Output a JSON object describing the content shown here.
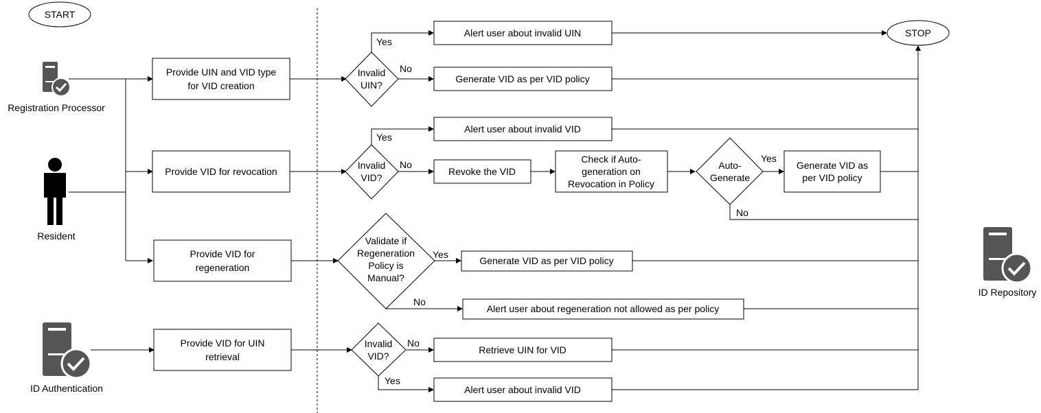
{
  "terminals": {
    "start": "START",
    "stop": "STOP"
  },
  "actors": {
    "registration_processor": "Registration Processor",
    "resident": "Resident",
    "id_authentication": "ID Authentication",
    "id_repository": "ID Repository"
  },
  "requests": {
    "uin_vid_creation": [
      "Provide UIN and VID type",
      "for VID creation"
    ],
    "vid_revocation": [
      "Provide VID for revocation"
    ],
    "vid_regeneration": [
      "Provide VID for",
      "regeneration"
    ],
    "uin_retrieval": [
      "Provide VID for UIN",
      "retrieval"
    ]
  },
  "decisions": {
    "invalid_uin": [
      "Invalid",
      "UIN?"
    ],
    "invalid_vid_revoke": [
      "Invalid",
      "VID?"
    ],
    "auto_generate": [
      "Auto-",
      "Generate"
    ],
    "regeneration_manual": [
      "Validate if",
      "Regeneration",
      "Policy is",
      "Manual?"
    ],
    "invalid_vid_retrieve": [
      "Invalid",
      "VID?"
    ]
  },
  "actions": {
    "alert_invalid_uin": "Alert user about invalid UIN",
    "generate_vid_1": "Generate VID as per VID policy",
    "alert_invalid_vid_1": "Alert user about invalid VID",
    "revoke_vid": "Revoke the VID",
    "check_auto_generation": [
      "Check if Auto-",
      "generation on",
      "Revocation in Policy"
    ],
    "generate_vid_2": [
      "Generate VID as",
      "per VID policy"
    ],
    "generate_vid_3": "Generate VID as per VID policy",
    "alert_regeneration": "Alert user about regeneration not allowed as per policy",
    "retrieve_uin": "Retrieve UIN for VID",
    "alert_invalid_vid_2": "Alert user about invalid VID"
  },
  "edge_labels": {
    "yes": "Yes",
    "no": "No"
  }
}
